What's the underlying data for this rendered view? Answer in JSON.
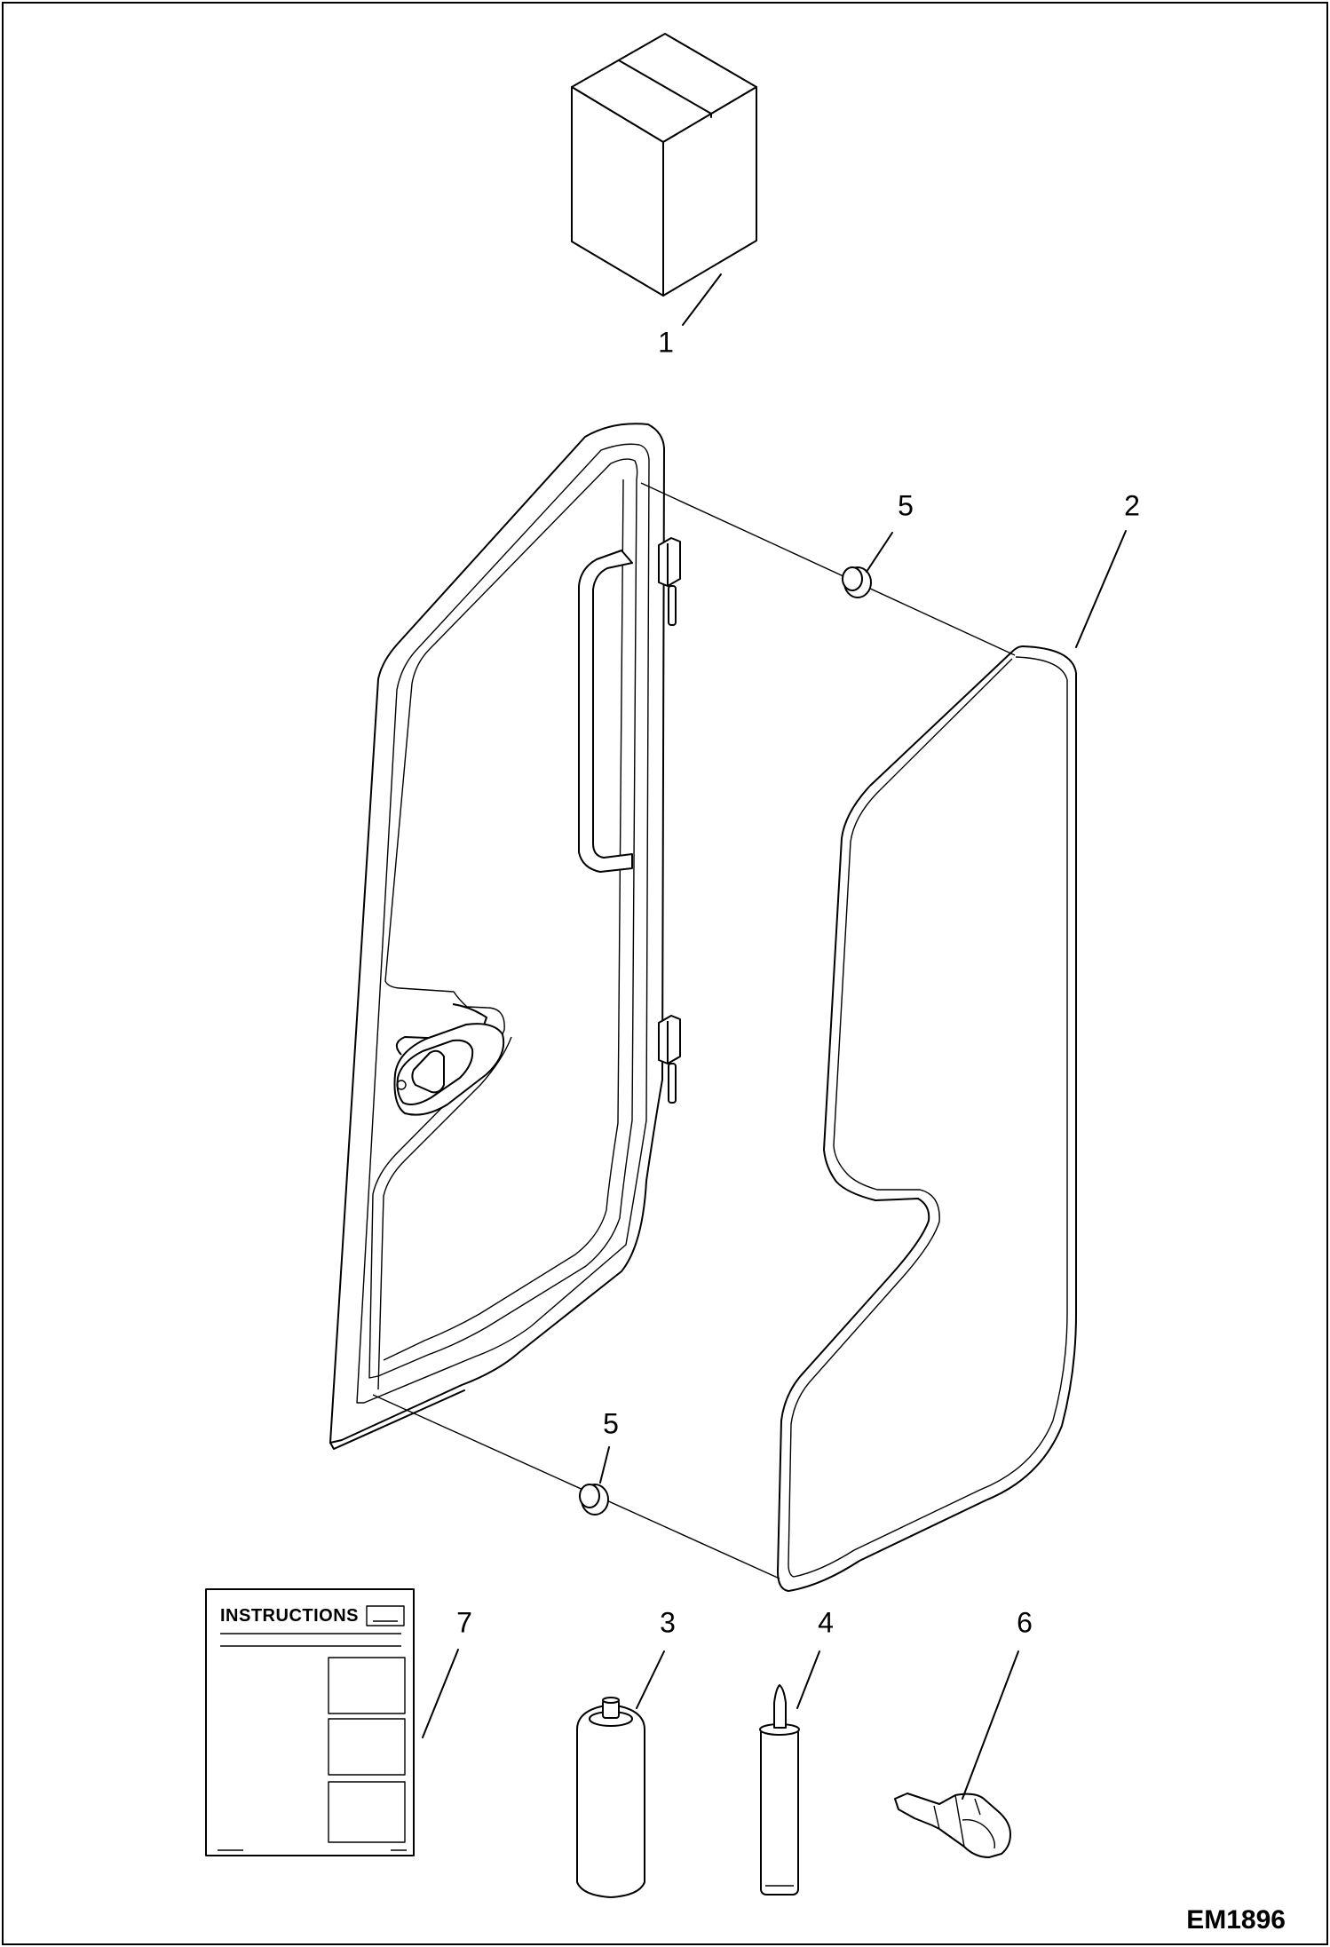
{
  "figure_id": "EM1896",
  "callouts": {
    "kit_box": "1",
    "glass_panel": "2",
    "adhesive_bottle": "3",
    "sealant_cartridge": "4",
    "rubber_bumper_top": "5",
    "rubber_bumper_bottom": "5",
    "trim_clip": "6",
    "instructions_sheet": "7"
  },
  "instructions_sheet": {
    "title": "INSTRUCTIONS"
  },
  "line_color": "#000000",
  "background_color": "#ffffff"
}
